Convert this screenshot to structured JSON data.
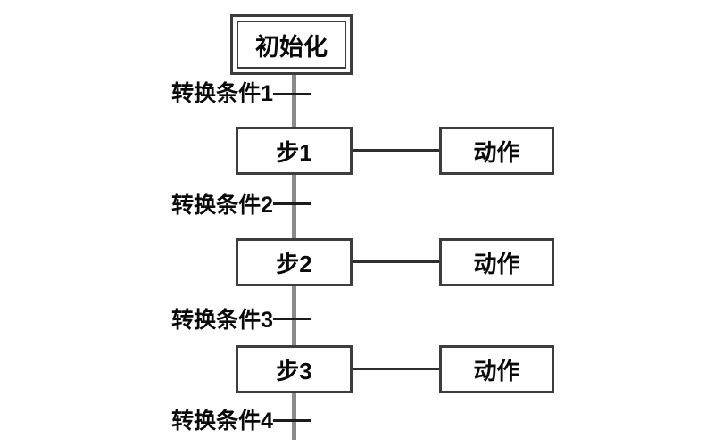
{
  "colors": {
    "background": "#ffffff",
    "box_border": "#3d3d3d",
    "main_line": "#8a8a8a",
    "transition_tick": "#1c1c1c",
    "connector_line": "#2e2e2e",
    "text": "#0a0a0a"
  },
  "diagram": {
    "initial_step": {
      "label": "初始化"
    },
    "rows": [
      {
        "step": "步1",
        "action": "动作"
      },
      {
        "step": "步2",
        "action": "动作"
      },
      {
        "step": "步3",
        "action": "动作"
      }
    ],
    "transitions": [
      {
        "label": "转换条件1"
      },
      {
        "label": "转换条件2"
      },
      {
        "label": "转换条件3"
      },
      {
        "label": "转换条件4"
      }
    ]
  }
}
